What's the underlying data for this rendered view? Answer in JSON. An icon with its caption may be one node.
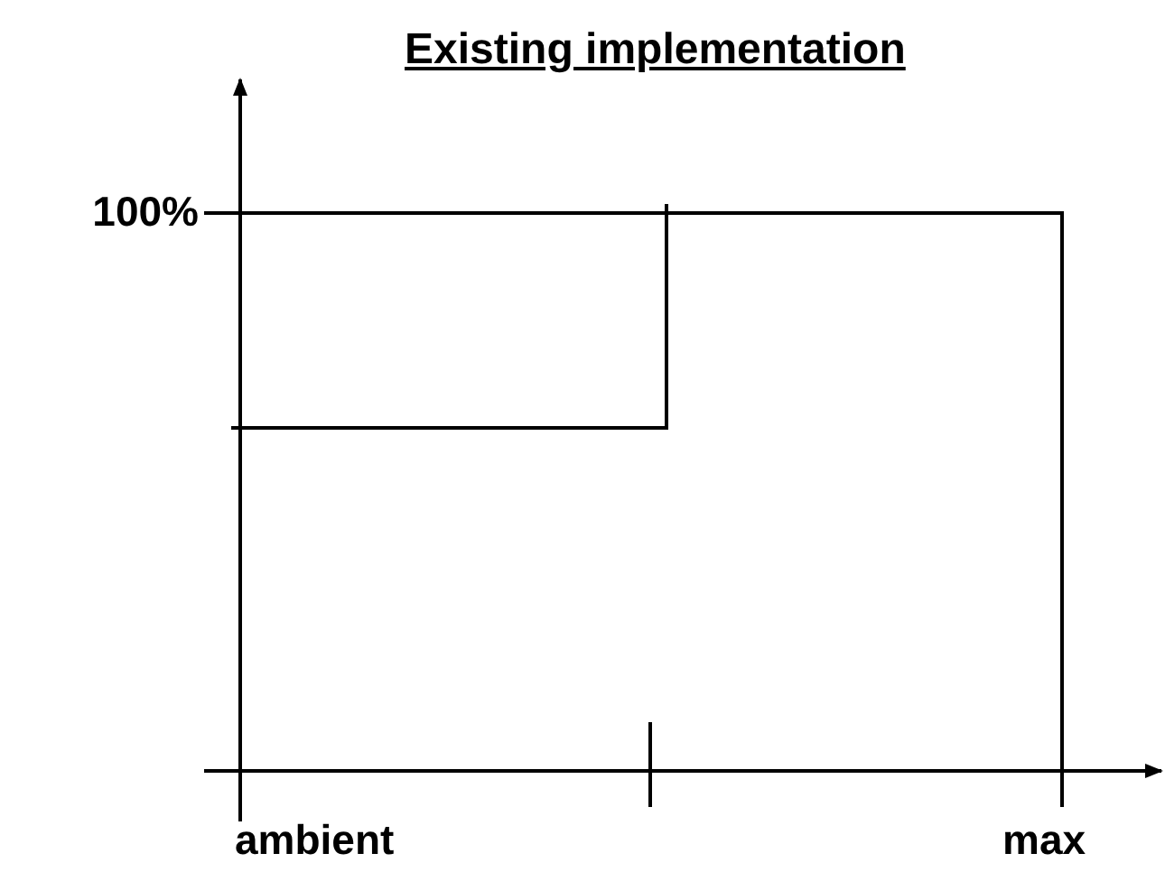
{
  "diagram": {
    "title": "Existing implementation",
    "labels": [
      "100%",
      "ambient",
      "max"
    ]
  }
}
